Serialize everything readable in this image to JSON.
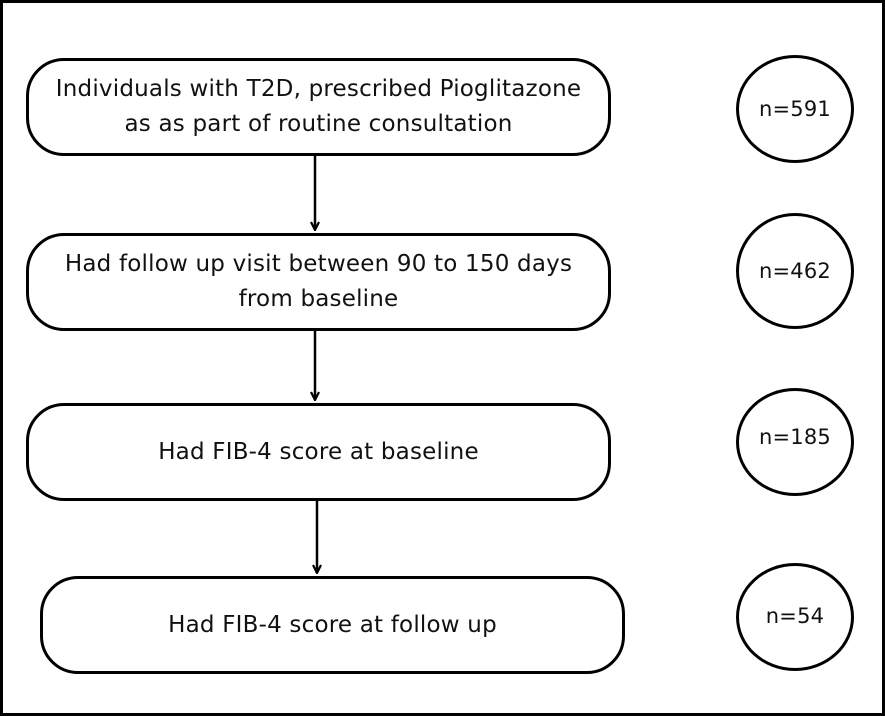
{
  "flowchart": {
    "stages": [
      {
        "text": "Individuals with T2D, prescribed Pioglitazone as as part of routine consultation",
        "count": "n=591"
      },
      {
        "text": "Had follow up visit between 90 to 150 days from baseline",
        "count": "n=462"
      },
      {
        "text": "Had FIB-4 score at baseline",
        "count": "n=185"
      },
      {
        "text": "Had FIB-4 score at follow up",
        "count": "n=54"
      }
    ]
  },
  "colors": {
    "stroke": "#000000",
    "background": "#ffffff",
    "text": "#111111"
  }
}
